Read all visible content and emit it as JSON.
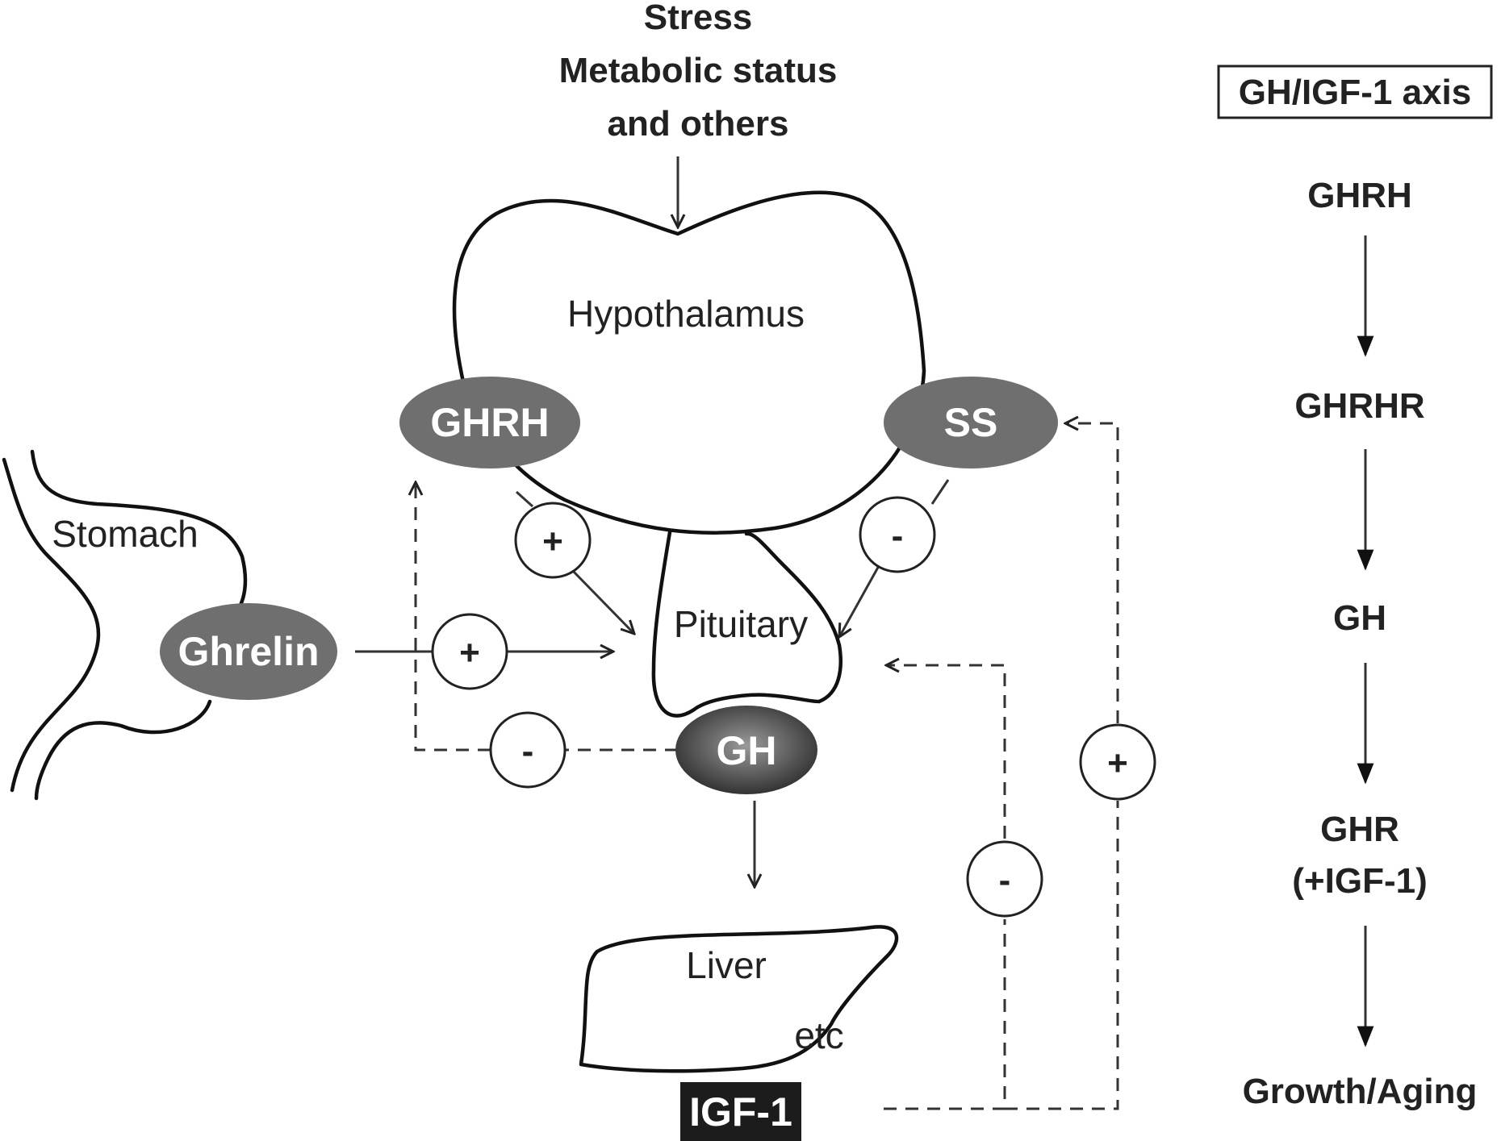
{
  "inputs": {
    "line1": "Stress",
    "line2": "Metabolic status",
    "line3": "and others"
  },
  "organs": {
    "hypothalamus": "Hypothalamus",
    "pituitary": "Pituitary",
    "stomach": "Stomach",
    "liver": "Liver",
    "liver_etc": "etc"
  },
  "hormones": {
    "ghrh": "GHRH",
    "ss": "SS",
    "ghrelin": "Ghrelin",
    "gh": "GH",
    "igf1": "IGF-1"
  },
  "signs": {
    "ghrh_to_pituitary": "+",
    "ss_to_pituitary": "-",
    "ghrelin_to_pituitary": "+",
    "gh_to_ghrh": "-",
    "igf1_to_pituitary": "-",
    "igf1_to_ss": "+"
  },
  "axis_panel": {
    "title": "GH/IGF-1 axis",
    "steps": [
      "GHRH",
      "GHRHR",
      "GH",
      "GHR",
      "(+IGF-1)",
      "Growth/Aging"
    ]
  },
  "colors": {
    "ellipse_fill": "#6f6f6f",
    "gh_fill": "#3a3a3a",
    "igf1_fill": "#1c1c1c",
    "line": "#222222"
  }
}
